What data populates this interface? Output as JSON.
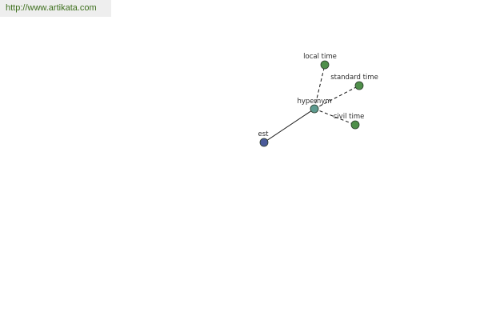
{
  "source_url": "http://www.artikata.com",
  "colors": {
    "root_node": "#4a5a9a",
    "relation_node": "#5d9a8f",
    "leaf_node": "#4f8f4a",
    "node_stroke": "#2a3a2a",
    "edge": "#111111",
    "url_text": "#3d6f1c",
    "url_background": "#eeeeee"
  },
  "graph": {
    "root": {
      "label": "est"
    },
    "relation": {
      "label": "hypernym"
    },
    "targets": [
      {
        "label": "local time"
      },
      {
        "label": "standard time"
      },
      {
        "label": "civil time"
      }
    ]
  }
}
